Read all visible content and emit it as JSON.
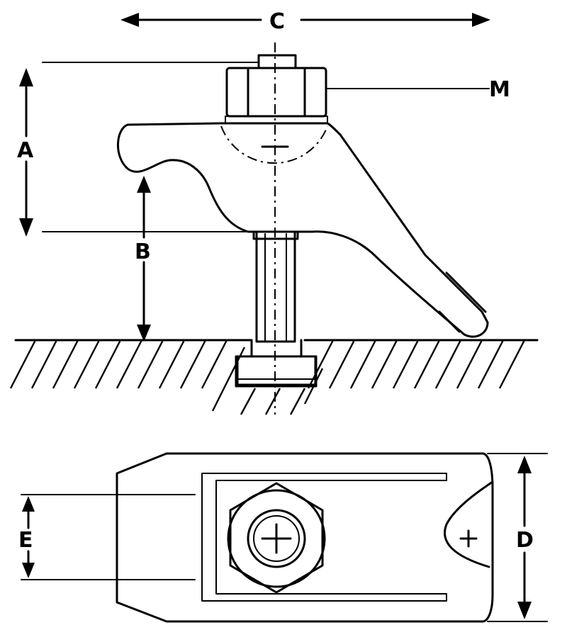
{
  "labels": {
    "C": "C",
    "M": "M",
    "A": "A",
    "B": "B",
    "E": "E",
    "D": "D"
  },
  "colors": {
    "ink": "#000000",
    "paper": "#ffffff"
  }
}
